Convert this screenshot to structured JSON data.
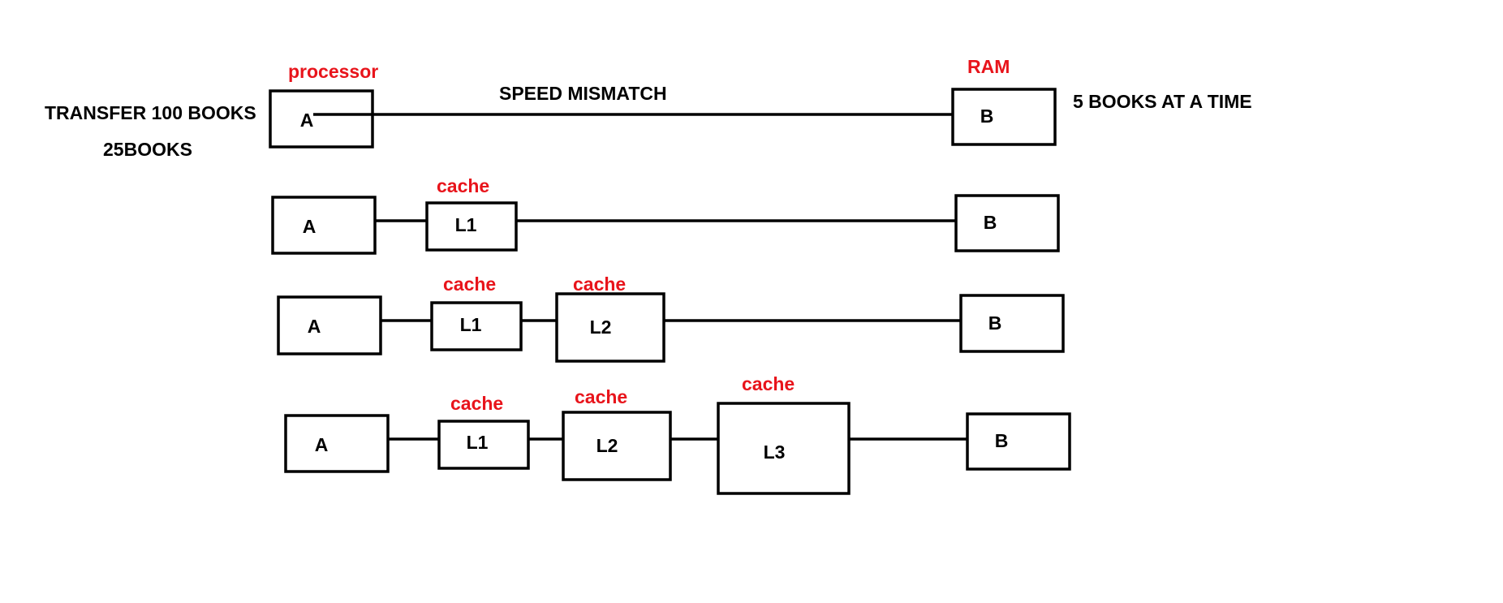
{
  "colors": {
    "stroke": "#000000",
    "annotation": "#e8141b",
    "text": "#000000"
  },
  "notes": {
    "transfer": "TRANSFER 100 BOOKS",
    "rate_a": "25BOOKS",
    "speed": "SPEED MISMATCH",
    "rate_b": "5 BOOKS AT A TIME"
  },
  "annotations": {
    "processor": "processor",
    "ram": "RAM",
    "cache": "cache"
  },
  "rows": [
    {
      "boxes": [
        "A",
        "B"
      ]
    },
    {
      "boxes": [
        "A",
        "L1",
        "B"
      ]
    },
    {
      "boxes": [
        "A",
        "L1",
        "L2",
        "B"
      ]
    },
    {
      "boxes": [
        "A",
        "L1",
        "L2",
        "L3",
        "B"
      ]
    }
  ]
}
